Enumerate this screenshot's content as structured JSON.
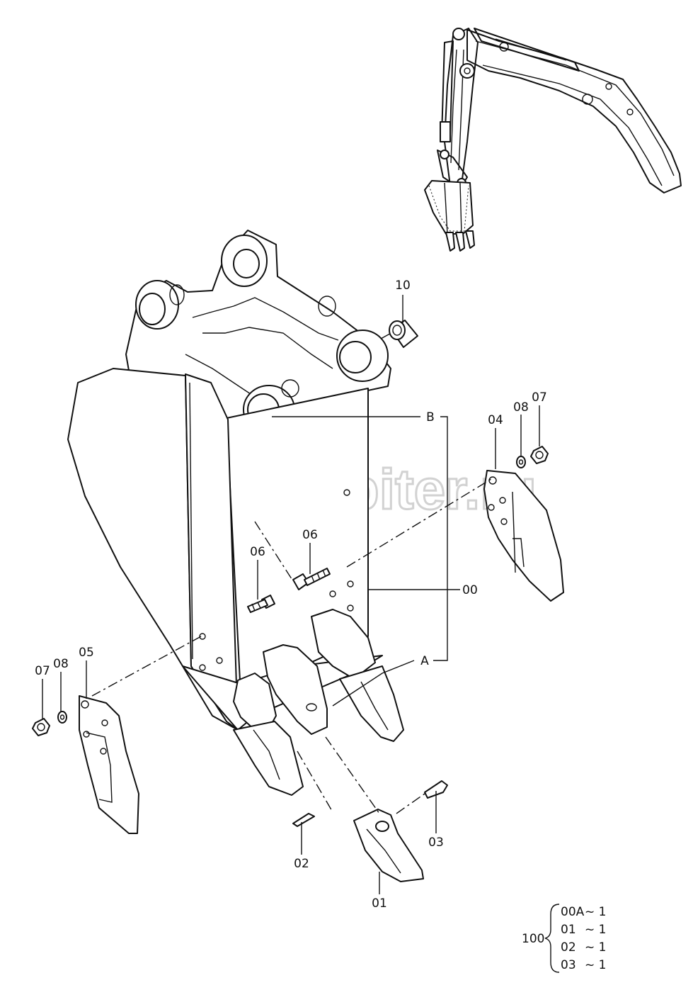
{
  "watermark": {
    "logo_mark": "a›",
    "text": "autopiter.ru",
    "color": "#d8d8d8"
  },
  "colors": {
    "ink": "#111111",
    "paper": "#ffffff"
  },
  "callouts": {
    "p10": "10",
    "pB": "B",
    "p04": "04",
    "p08r": "08",
    "p07r": "07",
    "p06a": "06",
    "p06b": "06",
    "p00": "00",
    "pA": "A",
    "p05": "05",
    "p07l": "07",
    "p08l": "08",
    "p02": "02",
    "p03": "03",
    "p01": "01"
  },
  "kit": {
    "label": "100",
    "items": [
      {
        "part": "00A",
        "qty": "~ 1"
      },
      {
        "part": "01",
        "qty": "~ 1"
      },
      {
        "part": "02",
        "qty": "~ 1"
      },
      {
        "part": "03",
        "qty": "~ 1"
      }
    ]
  }
}
